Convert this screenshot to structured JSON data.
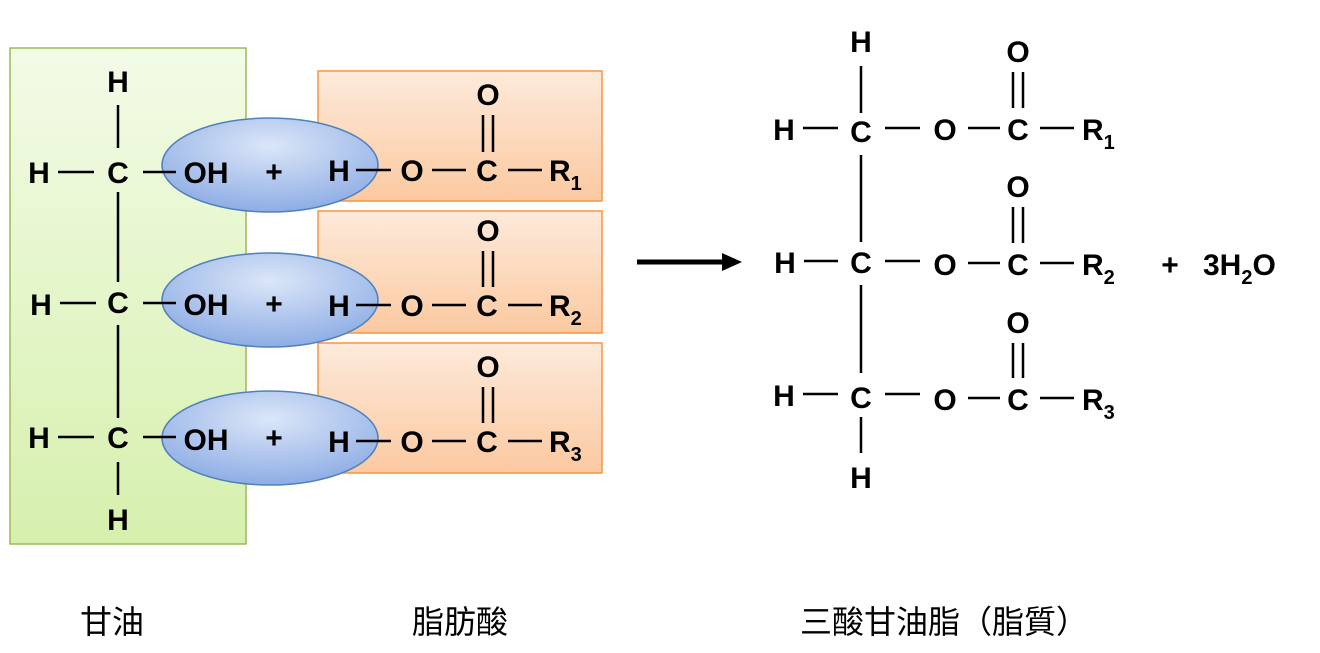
{
  "reactants": {
    "glycerol": {
      "atoms": {
        "h_top": "H",
        "h_bottom": "H",
        "h_left": "H",
        "c": "C",
        "oh": "OH"
      },
      "colors": {
        "fill": "#ebf7d7",
        "fill_edge": "#cdeb9e",
        "stroke": "#9bbb59"
      }
    },
    "fatty_acid": {
      "atoms": {
        "h": "H",
        "o": "O",
        "c": "C",
        "r": "R",
        "o_double": "O"
      },
      "r_subscripts": [
        "1",
        "2",
        "3"
      ],
      "colors": {
        "fill": "#fde3cf",
        "fill_edge": "#f9bd8c",
        "stroke": "#f79646"
      }
    },
    "plus": "+",
    "highlight": {
      "fill_light": "#c9d9f5",
      "fill_dark": "#8faee6",
      "stroke": "#4f81bd"
    }
  },
  "arrow_color": "#000000",
  "product": {
    "atoms": {
      "h_top": "H",
      "h_bottom": "H",
      "h_left": "H",
      "c": "C",
      "o": "O",
      "r": "R"
    },
    "r_subscripts": [
      "1",
      "2",
      "3"
    ],
    "byproduct": {
      "plus": "+",
      "coef": "3H",
      "sub": "2",
      "o": "O"
    }
  },
  "captions": {
    "glycerol": "甘油",
    "fatty_acid": "脂肪酸",
    "product": "三酸甘油脂（脂質）"
  }
}
